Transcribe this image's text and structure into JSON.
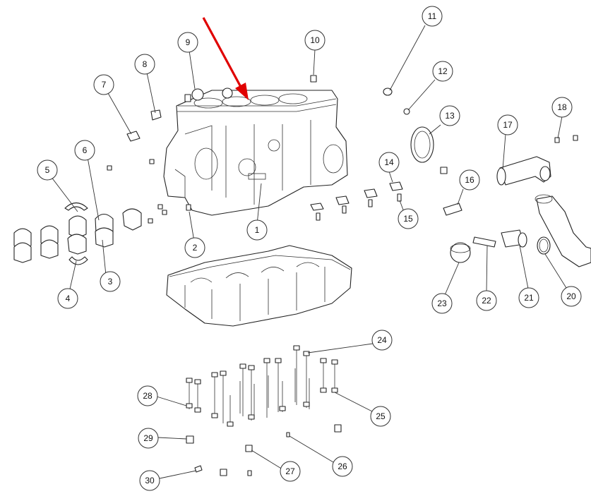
{
  "callouts": [
    {
      "id": "c1",
      "label": "1"
    },
    {
      "id": "c2",
      "label": "2"
    },
    {
      "id": "c3",
      "label": "3"
    },
    {
      "id": "c4",
      "label": "4"
    },
    {
      "id": "c5",
      "label": "5"
    },
    {
      "id": "c6",
      "label": "6"
    },
    {
      "id": "c7",
      "label": "7"
    },
    {
      "id": "c8",
      "label": "8"
    },
    {
      "id": "c9",
      "label": "9"
    },
    {
      "id": "c10",
      "label": "10"
    },
    {
      "id": "c11",
      "label": "11"
    },
    {
      "id": "c12",
      "label": "12"
    },
    {
      "id": "c13",
      "label": "13"
    },
    {
      "id": "c14",
      "label": "14"
    },
    {
      "id": "c15",
      "label": "15"
    },
    {
      "id": "c16",
      "label": "16"
    },
    {
      "id": "c17",
      "label": "17"
    },
    {
      "id": "c18",
      "label": "18"
    },
    {
      "id": "c20",
      "label": "20"
    },
    {
      "id": "c21",
      "label": "21"
    },
    {
      "id": "c22",
      "label": "22"
    },
    {
      "id": "c23",
      "label": "23"
    },
    {
      "id": "c24",
      "label": "24"
    },
    {
      "id": "c25",
      "label": "25"
    },
    {
      "id": "c26",
      "label": "26"
    },
    {
      "id": "c27",
      "label": "27"
    },
    {
      "id": "c28",
      "label": "28"
    },
    {
      "id": "c29",
      "label": "29"
    },
    {
      "id": "c30",
      "label": "30"
    }
  ],
  "colors": {
    "arrow": "#e00000",
    "line": "#222222",
    "background": "#ffffff"
  }
}
